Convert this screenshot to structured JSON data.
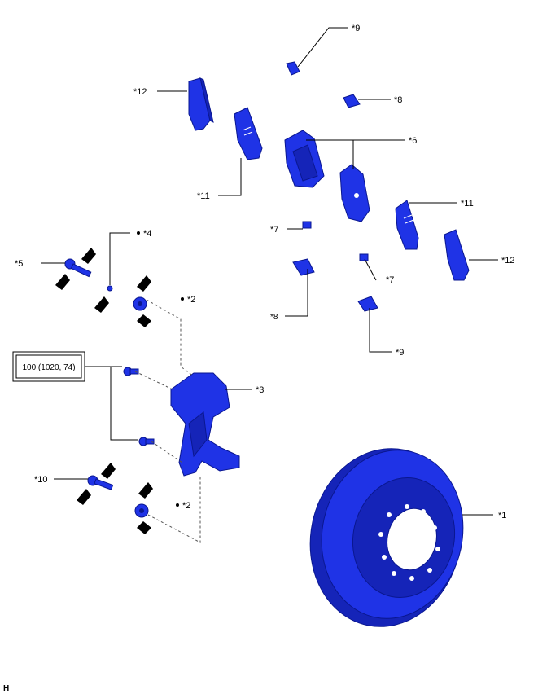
{
  "callouts": {
    "c1": "*1",
    "c2a": "*2",
    "c2b": "*2",
    "c3": "*3",
    "c4": "*4",
    "c5": "*5",
    "c6": "*6",
    "c7a": "*7",
    "c7b": "*7",
    "c8a": "*8",
    "c8b": "*8",
    "c9a": "*9",
    "c9b": "*9",
    "c10": "*10",
    "c11a": "*11",
    "c11b": "*11",
    "c12a": "*12",
    "c12b": "*12"
  },
  "torque": "100 (1020, 74)",
  "corner_code": "H",
  "colors": {
    "part_fill": "#1f33e6",
    "part_edge": "#0a1790"
  }
}
